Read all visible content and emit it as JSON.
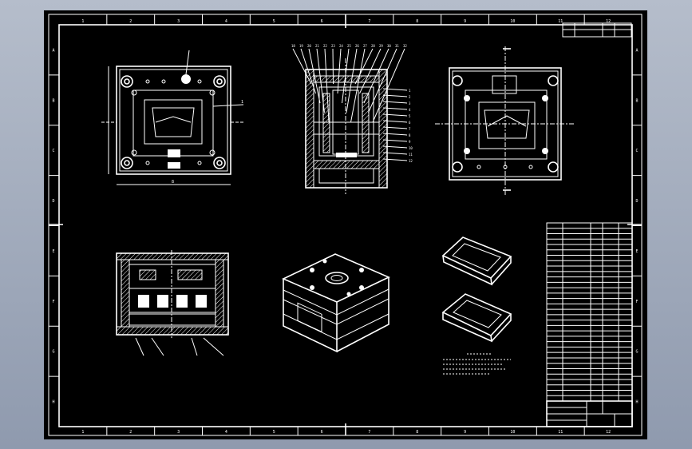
{
  "sheet": {
    "background": "#000000",
    "line_color": "#ffffff",
    "frame_bg": "#9aa4b6"
  },
  "border": {
    "column_marks": [
      "1",
      "2",
      "3",
      "4",
      "5",
      "6",
      "7",
      "8",
      "9",
      "10",
      "11",
      "12"
    ],
    "row_marks": [
      "A",
      "B",
      "C",
      "D",
      "E",
      "F",
      "G",
      "H"
    ]
  },
  "views": [
    {
      "name": "top-plan-view"
    },
    {
      "name": "side-section-view"
    },
    {
      "name": "fixed-plate-view"
    },
    {
      "name": "cross-section-view"
    },
    {
      "name": "isometric-assembly-view"
    },
    {
      "name": "part-isometric-view"
    }
  ],
  "labels": {
    "dim_top": "1",
    "dim_bottom": "8",
    "part_numbers_left": [
      "18",
      "19",
      "20",
      "21",
      "22",
      "23",
      "24",
      "25",
      "26",
      "27",
      "28",
      "29",
      "30",
      "31",
      "32"
    ],
    "part_numbers_right": [
      "1",
      "2",
      "3",
      "4",
      "5",
      "6",
      "7",
      "8",
      "9",
      "10",
      "11",
      "12"
    ]
  }
}
